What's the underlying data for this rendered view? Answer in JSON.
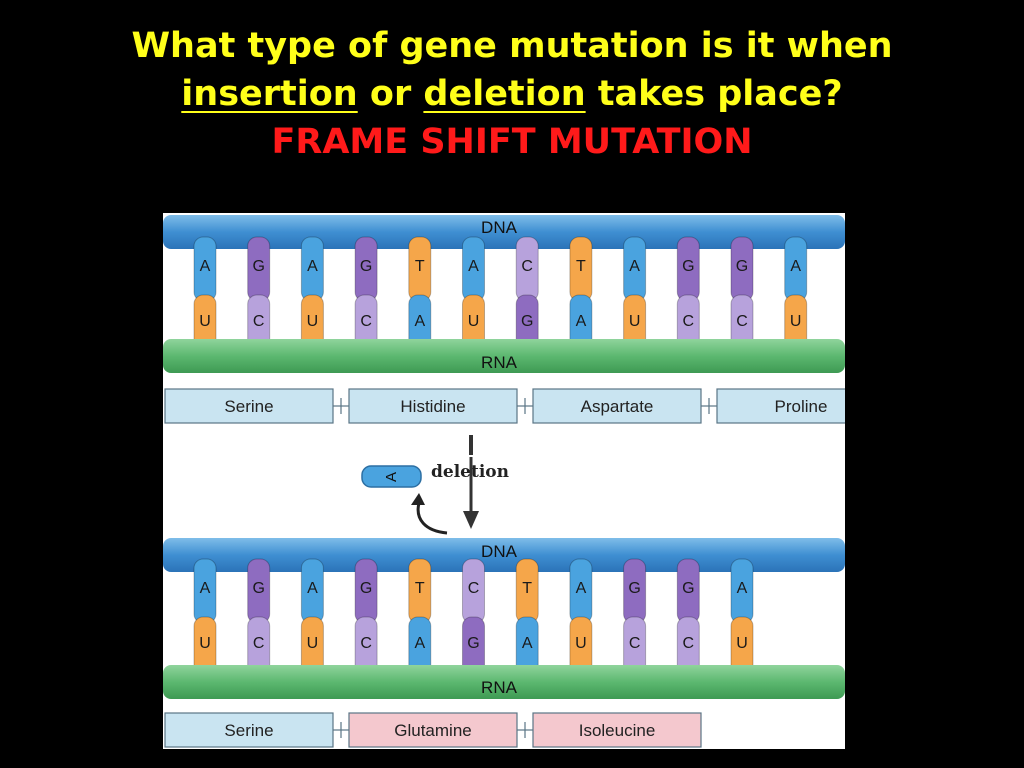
{
  "slide": {
    "question_part1": "What type of gene mutation is it when",
    "insertion_word": "insertion",
    "or_word": "or",
    "deletion_word": "deletion",
    "question_end": "takes place?",
    "answer": "FRAME SHIFT MUTATION"
  },
  "colors": {
    "A": "#4aa3df",
    "G": "#8e6cc0",
    "T": "#f5a64a",
    "C": "#b7a2dc",
    "U": "#f5a64a",
    "dna_strand": "#3f8fd2",
    "rna_strand": "#5cb870",
    "normal_box": "#c9e4f1",
    "mutant_box": "#f4c8ce"
  },
  "top": {
    "dna_label": "DNA",
    "rna_label": "RNA",
    "dna_bases": [
      "A",
      "G",
      "A",
      "G",
      "T",
      "A",
      "C",
      "T",
      "A",
      "G",
      "G",
      "A"
    ],
    "rna_bases": [
      "U",
      "C",
      "U",
      "C",
      "A",
      "U",
      "G",
      "A",
      "U",
      "C",
      "C",
      "U"
    ],
    "amino_acids": [
      "Serine",
      "Histidine",
      "Aspartate",
      "Proline"
    ]
  },
  "deletion": {
    "label": "deletion",
    "removed_base": "A"
  },
  "bottom": {
    "dna_label": "DNA",
    "rna_label": "RNA",
    "dna_bases": [
      "A",
      "G",
      "A",
      "G",
      "T",
      "C",
      "T",
      "A",
      "G",
      "G",
      "A"
    ],
    "rna_bases": [
      "U",
      "C",
      "U",
      "C",
      "A",
      "G",
      "A",
      "U",
      "C",
      "C",
      "U"
    ],
    "amino_acids": [
      "Serine",
      "Glutamine",
      "Isoleucine"
    ]
  }
}
